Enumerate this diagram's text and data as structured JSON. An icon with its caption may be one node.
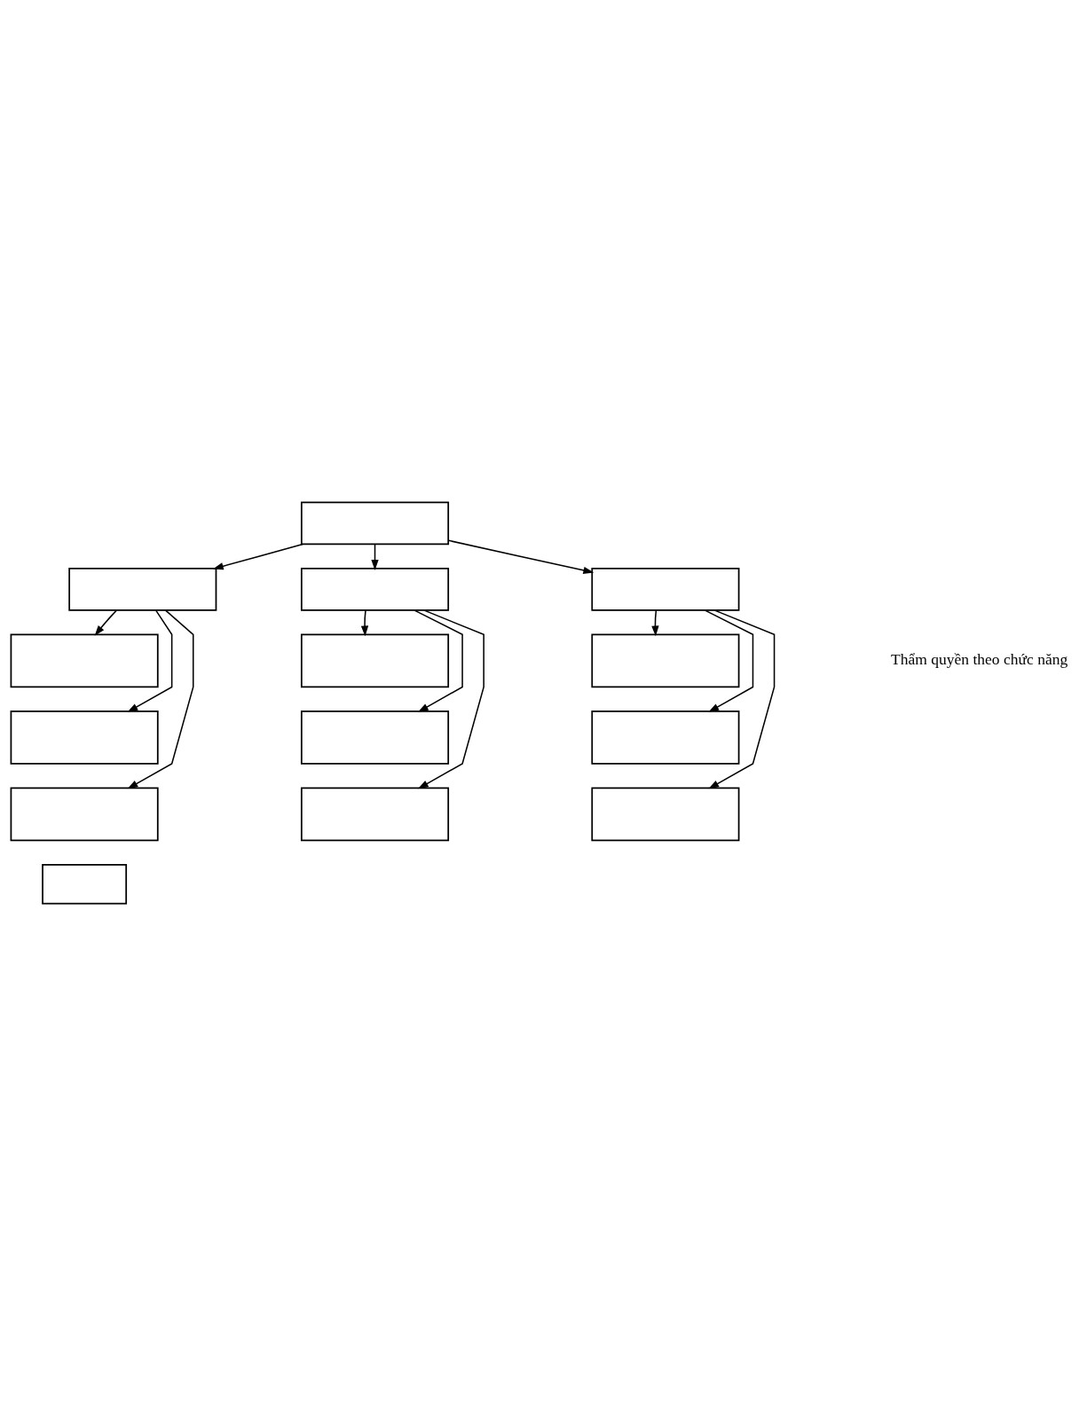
{
  "diagram": {
    "nodes": [
      {
        "text": [],
        "shape": "box"
      },
      {
        "text": [],
        "shape": "box"
      },
      {
        "text": [],
        "shape": "box"
      },
      {
        "text": [],
        "shape": "box"
      },
      {
        "text": [],
        "shape": "box"
      },
      {
        "text": [],
        "shape": "box"
      },
      {
        "text": [],
        "shape": "box"
      },
      {
        "text": [],
        "shape": "box"
      },
      {
        "text": [],
        "shape": "box"
      },
      {
        "text": [],
        "shape": "box"
      },
      {
        "text": [],
        "shape": "box"
      },
      {
        "text": [],
        "shape": "box"
      },
      {
        "text": [],
        "shape": "box"
      },
      {
        "text": [],
        "shape": "box"
      }
    ],
    "edges": [
      {
        "from": 0,
        "to": 1,
        "arrow": "to"
      },
      {
        "from": 0,
        "to": 2,
        "arrow": "to"
      },
      {
        "from": 0,
        "to": 3,
        "arrow": "to"
      },
      {
        "from": 1,
        "to": 4,
        "arrow": "to"
      },
      {
        "from": 1,
        "to": 5,
        "arrow": "to"
      },
      {
        "from": 1,
        "to": 6,
        "arrow": "to"
      },
      {
        "from": 2,
        "to": 7,
        "arrow": "to"
      },
      {
        "from": 2,
        "to": 8,
        "arrow": "to"
      },
      {
        "from": 2,
        "to": 9,
        "arrow": "to"
      },
      {
        "from": 3,
        "to": 10,
        "arrow": "to"
      },
      {
        "from": 3,
        "to": 11,
        "arrow": "to"
      },
      {
        "from": 3,
        "to": 12,
        "arrow": "to"
      }
    ],
    "labels": [
      "Thẩm quyền theo chức năng"
    ]
  }
}
